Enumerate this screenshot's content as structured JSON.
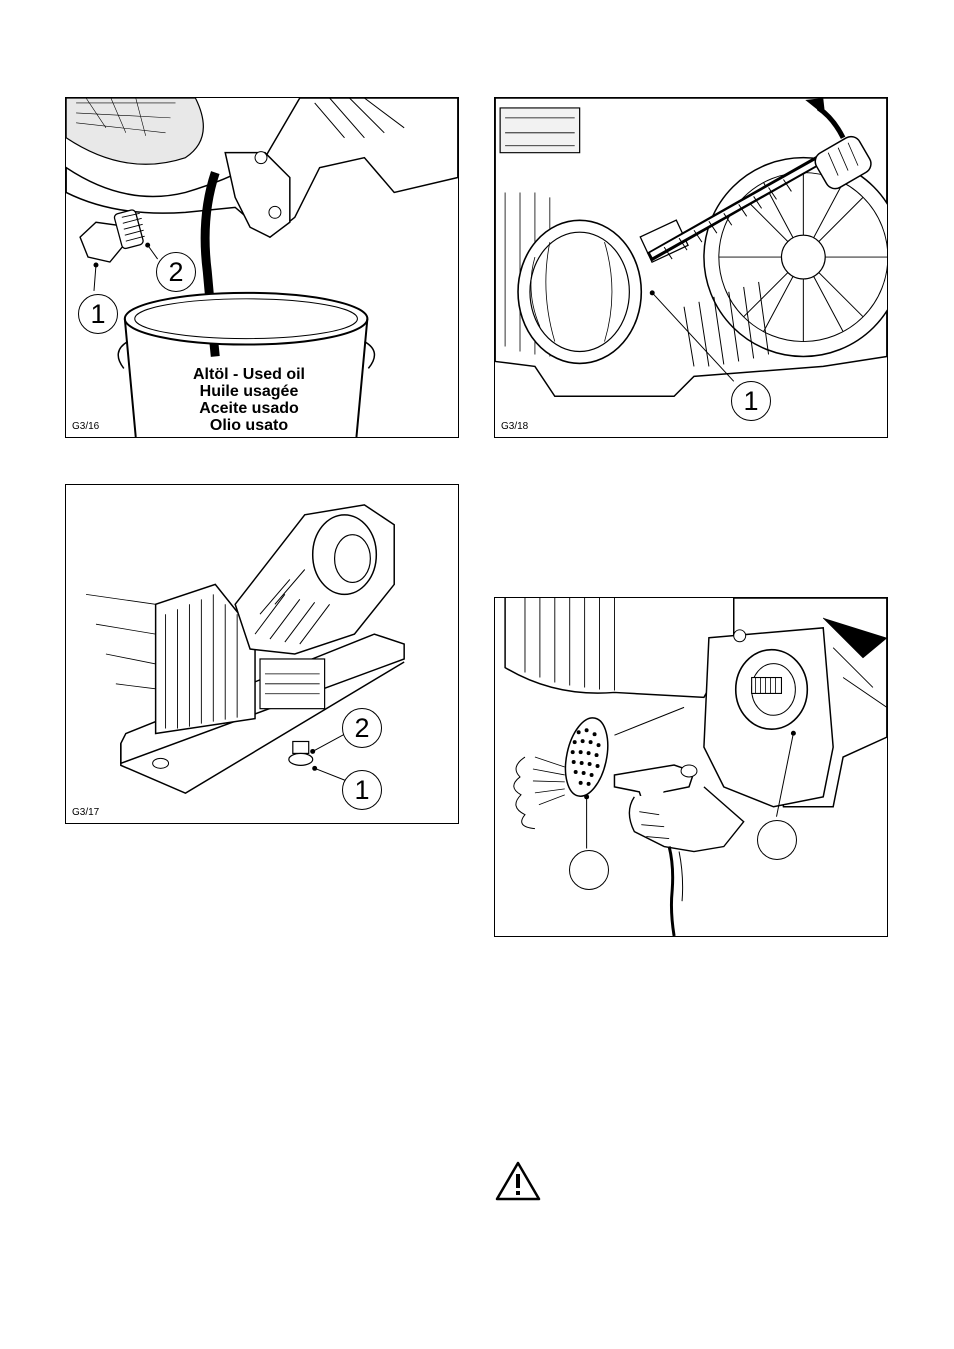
{
  "figures": {
    "g3_16": {
      "code": "G3/16",
      "callout_1": "1",
      "callout_2": "2",
      "label_lines": [
        "Altöl  -  Used oil",
        "Huile usagée",
        "Aceite usado",
        "Olio usato"
      ]
    },
    "g3_17": {
      "code": "G3/17",
      "callout_1": "1",
      "callout_2": "2"
    },
    "g3_18": {
      "code": "G3/18",
      "callout_1": "1"
    },
    "g3_19": {
      "code": "",
      "callout_1": "",
      "callout_2": ""
    }
  },
  "icons": {
    "warning": "warning-triangle-icon"
  }
}
